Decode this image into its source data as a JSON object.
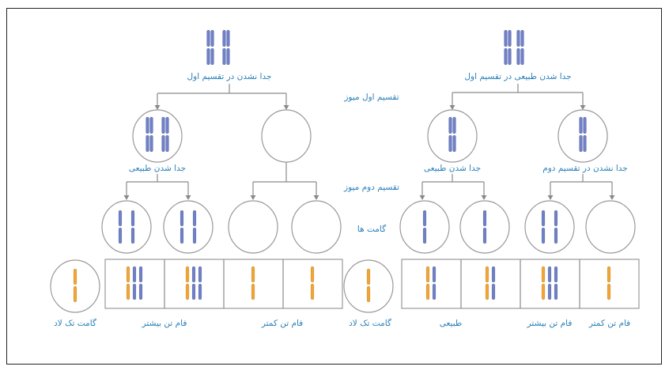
{
  "labels": {
    "left_top": "جدا نشدن در تقسیم اول",
    "right_top": "جدا شدن طبیعی در تقسیم اول",
    "meiosis1": "تقسیم اول میوز",
    "meiosis2": "تقسیم دوم میوز",
    "gametes": "گامت ها",
    "left_l1": "جدا شدن طبیعی",
    "right_l1_a": "جدا شدن طبیعی",
    "right_l1_b": "جدا نشدن در تقسیم دوم",
    "haploid_gamete_left": "گامت تک لاد",
    "haploid_gamete_mid": "گامت تک لاد",
    "left_more": "فام تن بیشتر",
    "left_less": "فام تن کمتر",
    "right_normal": "طبیعی",
    "right_more": "فام تن بیشتر",
    "right_less": "فام تن کمتر"
  },
  "colors": {
    "text": "#2a7fb8",
    "blue": "#6f80c6",
    "orange": "#f0a535",
    "line": "#8a8a8a"
  }
}
